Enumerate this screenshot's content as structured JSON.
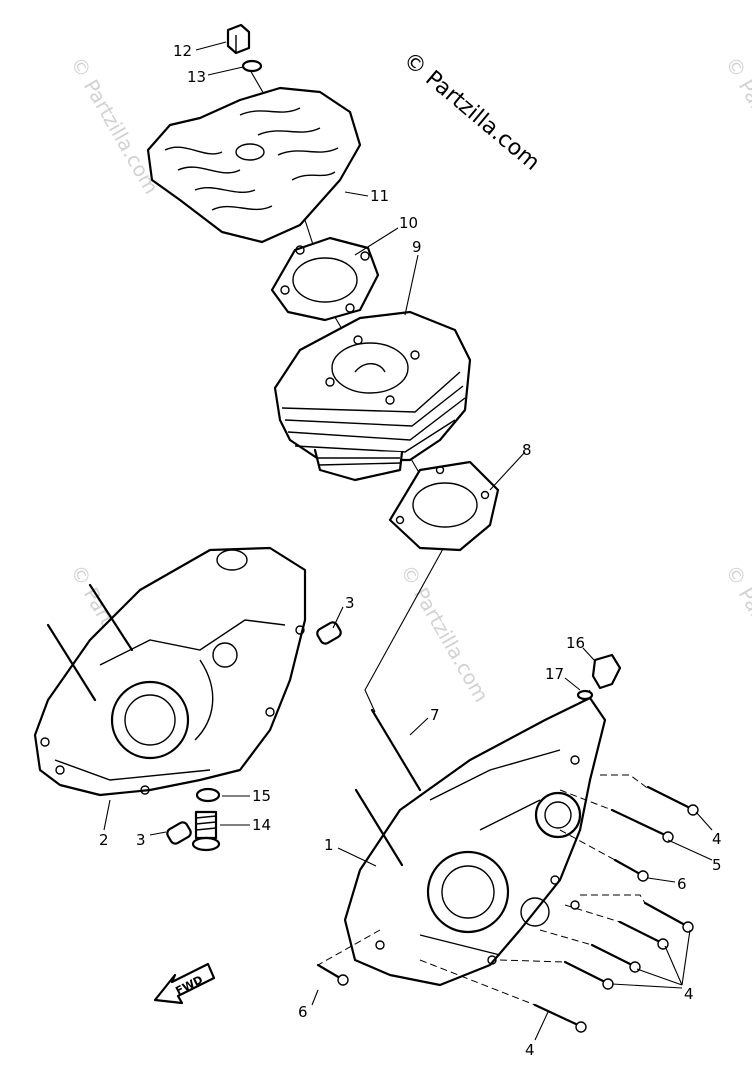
{
  "watermark": {
    "main": "© Partzilla.com",
    "faint": "© Partzilla.com"
  },
  "direction_marker": "FWD",
  "callouts": [
    {
      "id": "c12",
      "label": "12"
    },
    {
      "id": "c13",
      "label": "13"
    },
    {
      "id": "c11",
      "label": "11"
    },
    {
      "id": "c10",
      "label": "10"
    },
    {
      "id": "c9",
      "label": "9"
    },
    {
      "id": "c8",
      "label": "8"
    },
    {
      "id": "c3a",
      "label": "3"
    },
    {
      "id": "c16",
      "label": "16"
    },
    {
      "id": "c17",
      "label": "17"
    },
    {
      "id": "c7",
      "label": "7"
    },
    {
      "id": "c15",
      "label": "15"
    },
    {
      "id": "c14",
      "label": "14"
    },
    {
      "id": "c2",
      "label": "2"
    },
    {
      "id": "c3b",
      "label": "3"
    },
    {
      "id": "c1",
      "label": "1"
    },
    {
      "id": "c4a",
      "label": "4"
    },
    {
      "id": "c5",
      "label": "5"
    },
    {
      "id": "c6a",
      "label": "6"
    },
    {
      "id": "c4b",
      "label": "4"
    },
    {
      "id": "c6b",
      "label": "6"
    },
    {
      "id": "c4c",
      "label": "4"
    }
  ]
}
